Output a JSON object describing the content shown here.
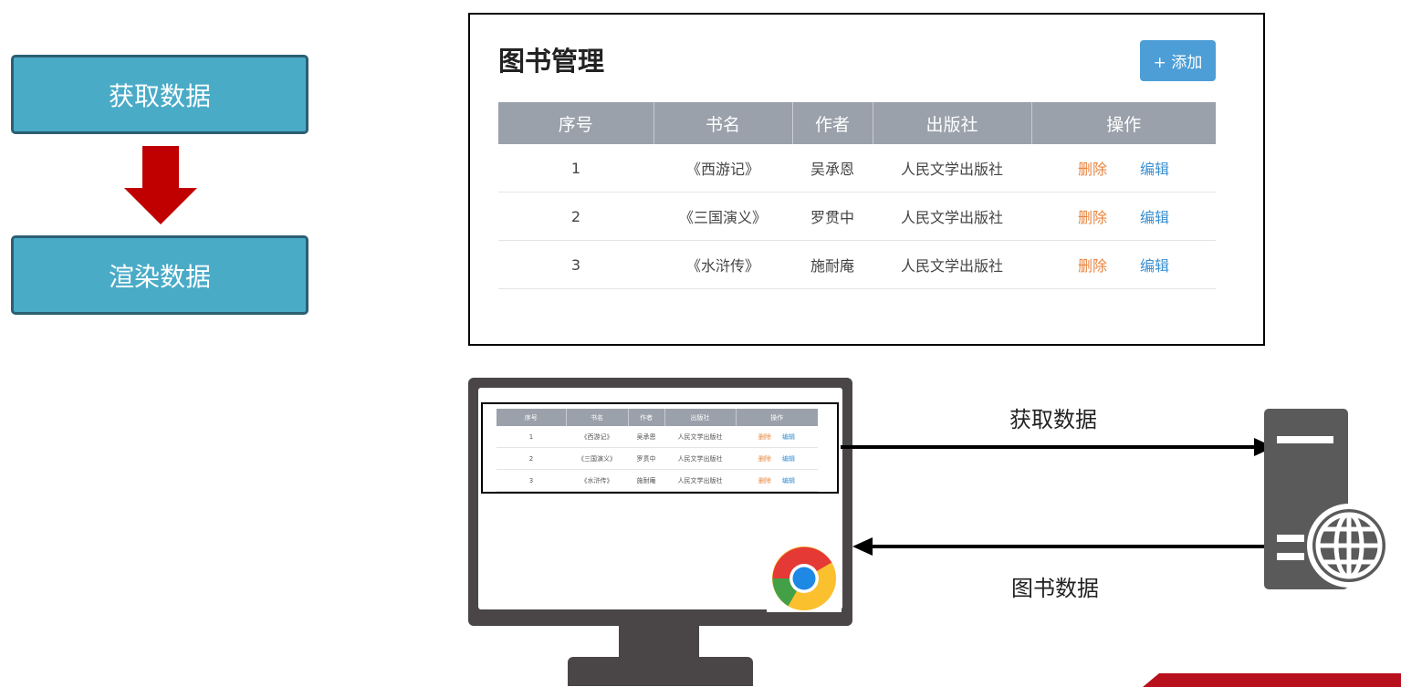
{
  "flow": {
    "step1": "获取数据",
    "step2": "渲染数据"
  },
  "panel": {
    "title": "图书管理",
    "add_button": "+ 添加",
    "columns": [
      "序号",
      "书名",
      "作者",
      "出版社",
      "操作"
    ],
    "rows": [
      {
        "no": "1",
        "title": "《西游记》",
        "author": "吴承恩",
        "publisher": "人民文学出版社"
      },
      {
        "no": "2",
        "title": "《三国演义》",
        "author": "罗贯中",
        "publisher": "人民文学出版社"
      },
      {
        "no": "3",
        "title": "《水浒传》",
        "author": "施耐庵",
        "publisher": "人民文学出版社"
      }
    ],
    "delete_label": "删除",
    "edit_label": "编辑"
  },
  "network": {
    "request_label": "获取数据",
    "response_label": "图书数据"
  },
  "colors": {
    "flow_box": "#4aabc7",
    "flow_arrow": "#c00000",
    "header_bg": "#9aa1ab",
    "add_button": "#4d9ed6",
    "delete": "#e8843e",
    "edit": "#3a8fd0",
    "monitor": "#4a4647",
    "server": "#5a5a5a"
  },
  "icons": [
    "down-arrow-icon",
    "chrome-icon",
    "server-globe-icon"
  ]
}
